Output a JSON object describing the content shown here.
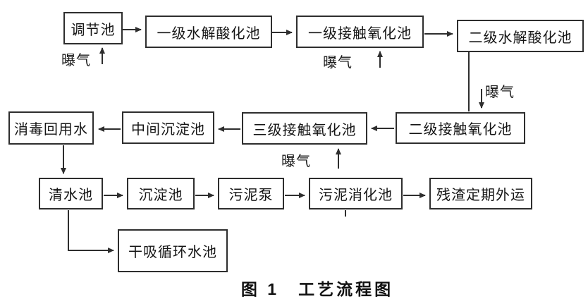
{
  "figure": {
    "caption": "图 1　工艺流程图"
  },
  "labels": {
    "aeration": "曝气"
  },
  "nodes": [
    {
      "id": "regulating-tank",
      "label": "调节池"
    },
    {
      "id": "primary-hydrolysis-acidification-tank",
      "label": "一级水解酸化池"
    },
    {
      "id": "primary-contact-oxidation-tank",
      "label": "一级接触氧化池"
    },
    {
      "id": "secondary-hydrolysis-acidification-tank",
      "label": "二级水解酸化池"
    },
    {
      "id": "disinfection-reuse-water",
      "label": "消毒回用水"
    },
    {
      "id": "intermediate-sedimentation-tank",
      "label": "中间沉淀池"
    },
    {
      "id": "tertiary-contact-oxidation-tank",
      "label": "三级接触氧化池"
    },
    {
      "id": "secondary-contact-oxidation-tank",
      "label": "二级接触氧化池"
    },
    {
      "id": "clear-water-tank",
      "label": "清水池"
    },
    {
      "id": "sedimentation-tank",
      "label": "沉淀池"
    },
    {
      "id": "sludge-pump",
      "label": "污泥泵"
    },
    {
      "id": "sludge-digestion-tank",
      "label": "污泥消化池"
    },
    {
      "id": "residue-periodic-removal",
      "label": "残渣定期外运"
    },
    {
      "id": "dry-absorption-circulating-water-tank",
      "label": "干吸循环水池"
    }
  ],
  "edges": [
    {
      "from": "调节池",
      "to": "一级水解酸化池"
    },
    {
      "from": "一级水解酸化池",
      "to": "一级接触氧化池"
    },
    {
      "from": "一级接触氧化池",
      "to": "二级水解酸化池"
    },
    {
      "from": "二级水解酸化池",
      "to": "二级接触氧化池"
    },
    {
      "from": "二级接触氧化池",
      "to": "三级接触氧化池"
    },
    {
      "from": "三级接触氧化池",
      "to": "中间沉淀池"
    },
    {
      "from": "中间沉淀池",
      "to": "消毒回用水"
    },
    {
      "from": "消毒回用水",
      "to": "清水池"
    },
    {
      "from": "清水池",
      "to": "沉淀池"
    },
    {
      "from": "沉淀池",
      "to": "污泥泵"
    },
    {
      "from": "污泥泵",
      "to": "污泥消化池"
    },
    {
      "from": "污泥消化池",
      "to": "残渣定期外运"
    },
    {
      "from": "清水池",
      "to": "干吸循环水池"
    }
  ],
  "aeration_inputs": [
    "调节池",
    "一级接触氧化池",
    "二级接触氧化池",
    "三级接触氧化池"
  ],
  "colors": {
    "line": "#2e2e2e",
    "text": "#151515",
    "background": "#ffffff"
  }
}
